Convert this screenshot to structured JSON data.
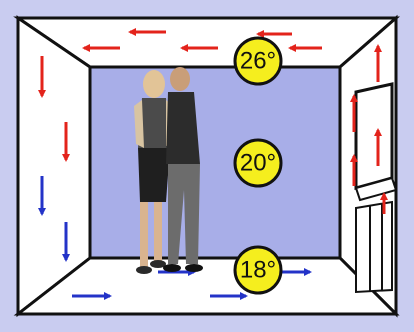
{
  "diagram": {
    "colors": {
      "outer_frame": "#c9ccf0",
      "walls": "#ffffff",
      "back_wall": "#a8aee8",
      "outline": "#111111",
      "warm_arrow": "#e3231b",
      "cool_arrow": "#2333c8",
      "temp_badge": "#f5ee1e"
    },
    "temperatures": {
      "top": "26°",
      "middle": "20°",
      "bottom": "18°"
    },
    "figures": {
      "count": 2
    }
  }
}
